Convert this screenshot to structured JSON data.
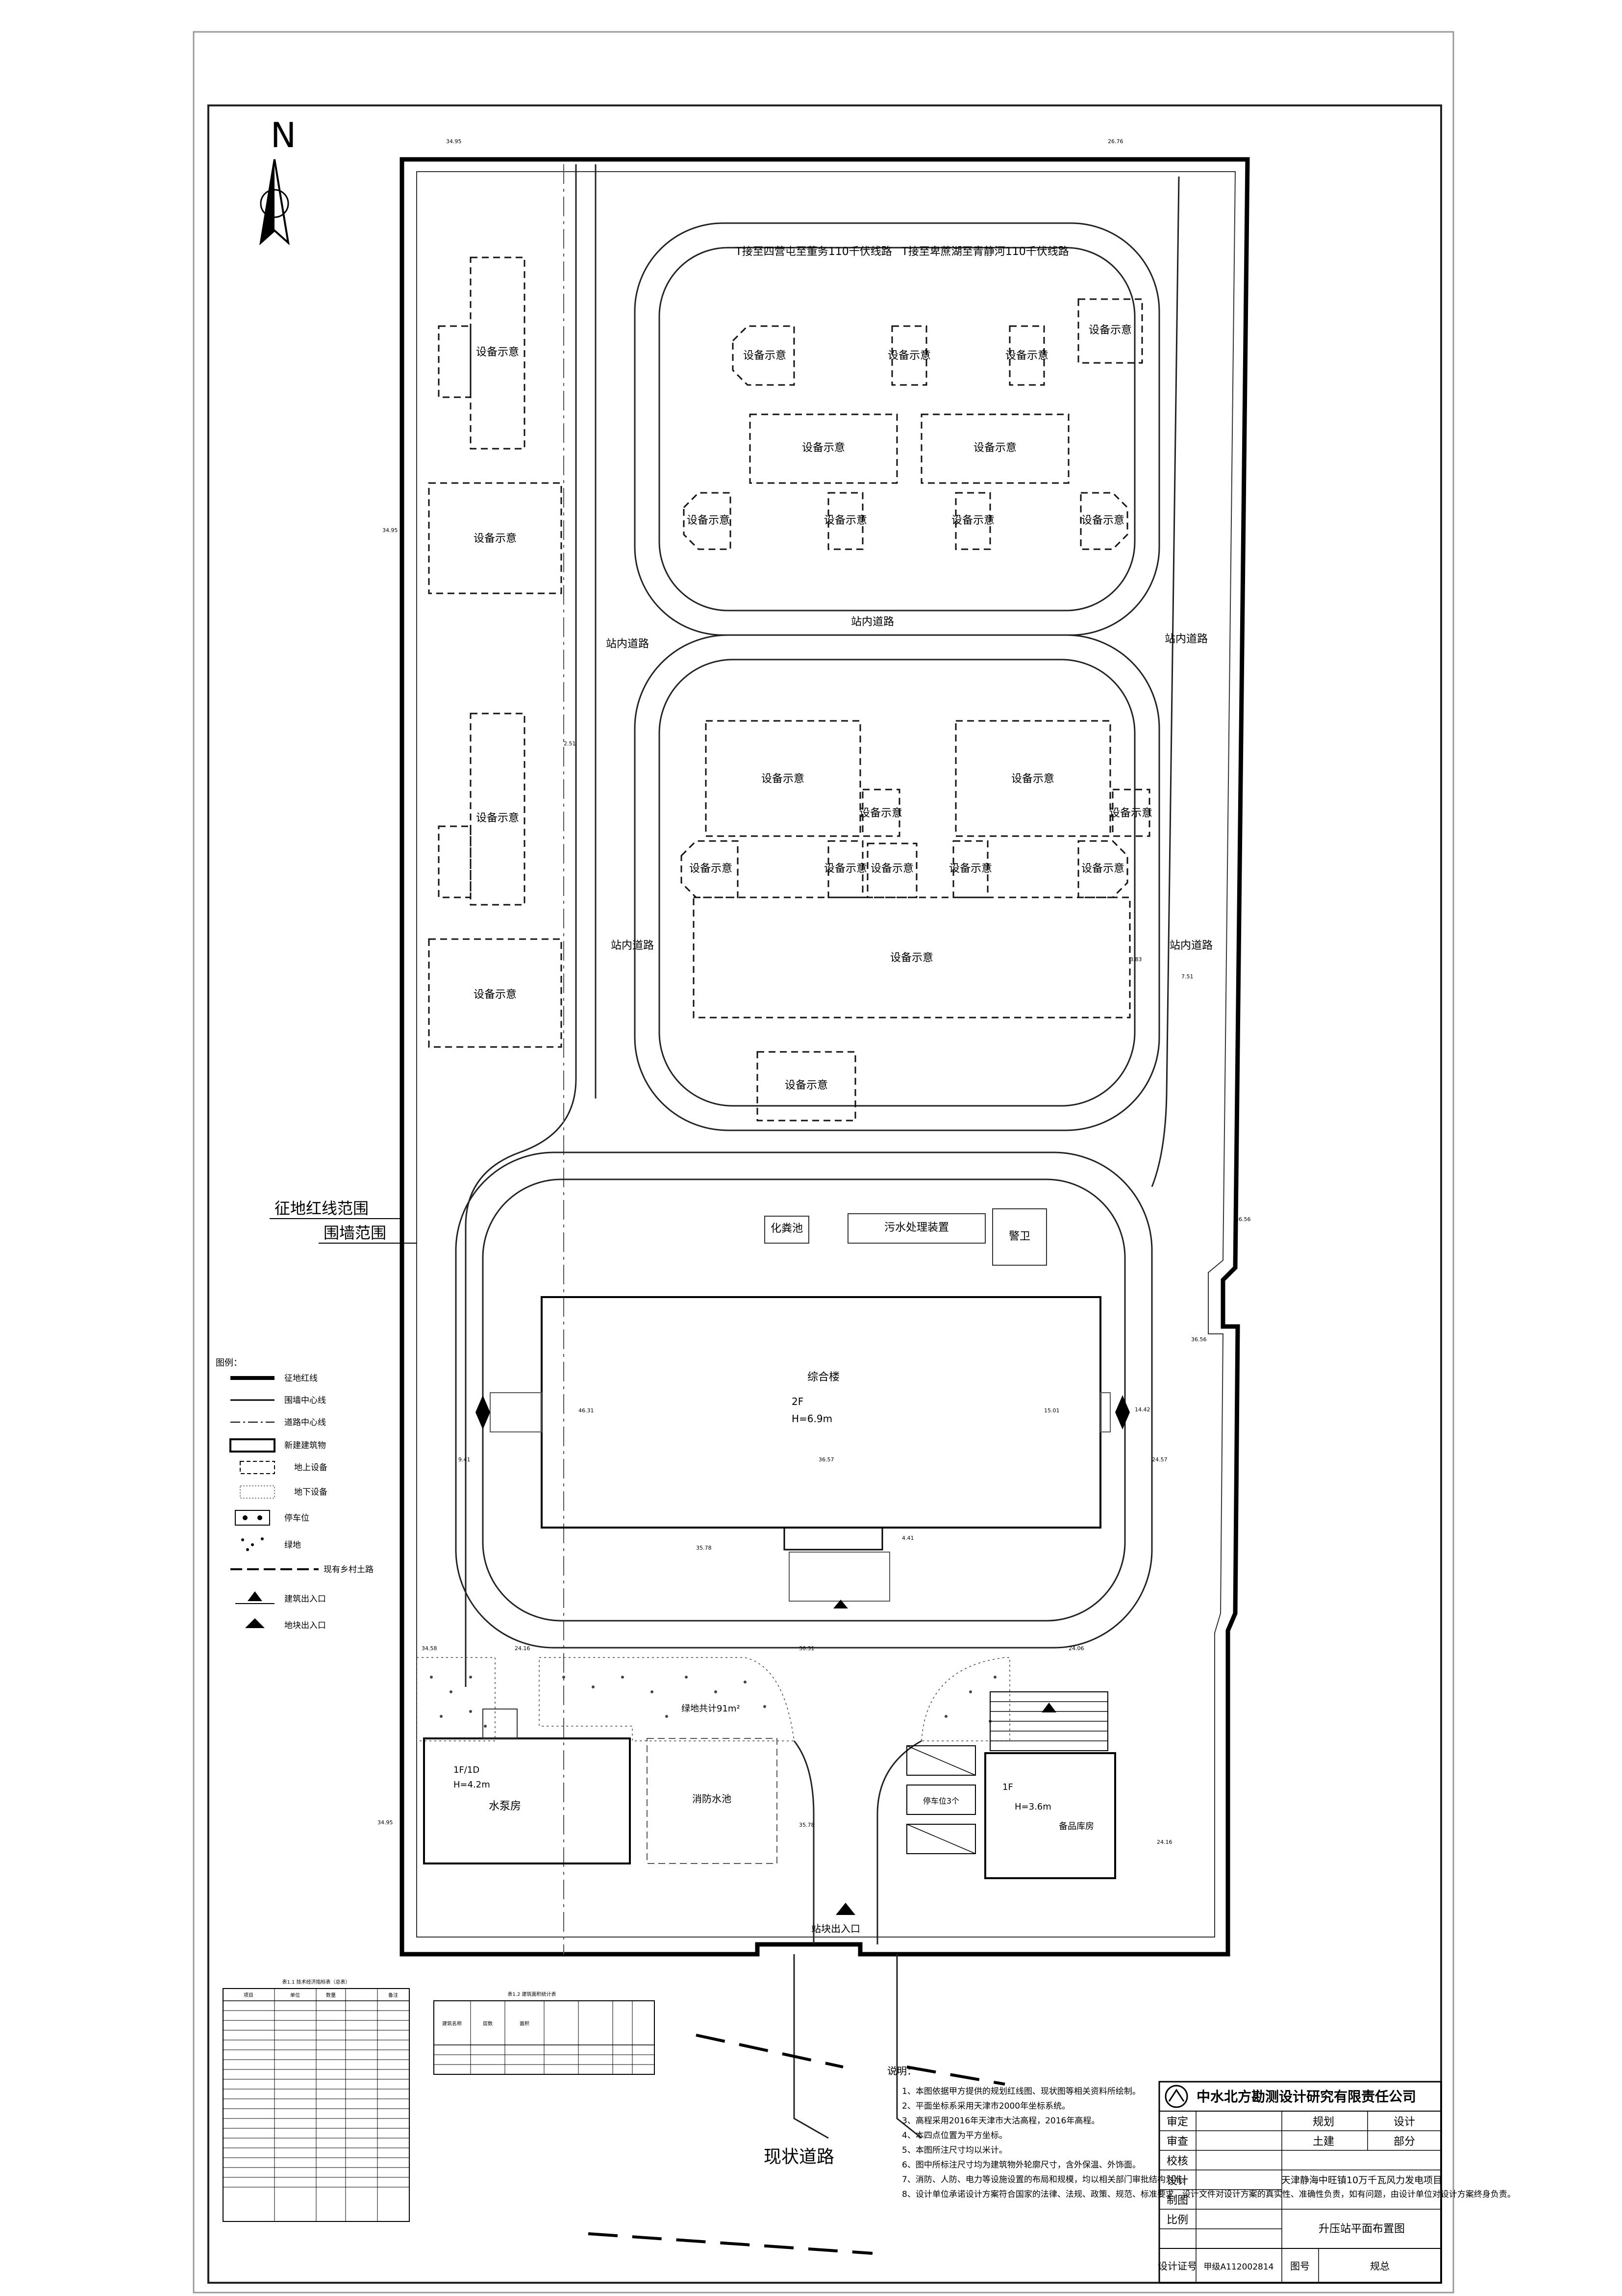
{
  "north": {
    "letter": "N"
  },
  "plan": {
    "boundary_label": "征地红线范围",
    "wall_label": "围墙范围",
    "equipment_label": "设备示意",
    "line_label_1": "T接至四营屯至董务110千伏线路",
    "line_label_2": "T接至卑蔗湖至青静河110千伏线路",
    "road_label": "站内道路",
    "building_main_name": "综合楼",
    "building_main_floors": "2F",
    "building_main_height": "H=6.9m",
    "pump_house_floors": "1F/1D",
    "pump_house_height": "H=4.2m",
    "pump_house_name": "水泵房",
    "fire_pool": "消防水池",
    "parking": "停车位3个",
    "spare_floors": "1F",
    "spare_height": "H=3.6m",
    "spare_name": "备品库房",
    "green_area": "绿地共计91m²",
    "entrance": "站块出入口",
    "existing_road": "现状道路",
    "small_1": "化粪池",
    "small_2": "污水处理装置",
    "small_3": "警卫",
    "dims": {
      "d1": "34.95",
      "d2": "26.76",
      "d3": "2.51",
      "d4": "3.83",
      "d5": "36.56",
      "d6": "9.41",
      "d7": "46.31",
      "d8": "4.41",
      "d9": "36.57",
      "d10": "36.56",
      "d11": "24.57",
      "d12": "14.42",
      "d13": "15.01",
      "d14": "35.78",
      "d15": "34.58",
      "d16": "24.16",
      "d17": "30.31",
      "d18": "24.06",
      "d19": "7.51"
    }
  },
  "legend": {
    "title": "图例：",
    "items": [
      "征地红线",
      "围墙中心线",
      "道路中心线",
      "新建建筑物",
      "地上设备",
      "地下设备",
      "停车位",
      "绿地",
      "现有乡村土路",
      "建筑出入口",
      "地块出入口"
    ]
  },
  "notes": {
    "title": "说明：",
    "items": [
      "1、本图依据甲方提供的规划红线图、现状图等相关资料所绘制。",
      "2、平面坐标系采用天津市2000年坐标系统。",
      "3、高程采用2016年天津市大沽高程，2016年高程。",
      "4、本四点位置为平方坐标。",
      "5、本图所注尺寸均以米计。",
      "6、图中所标注尺寸均为建筑物外轮廓尺寸，含外保温、外饰面。",
      "7、消防、人防、电力等设施设置的布局和规模，均以相关部门审批结构为准。",
      "8、设计单位承诺设计方案符合国家的法律、法规、政策、规范、标准要求，设计文件对设计方案的真实性、准确性负责，如有问题，由设计单位对设计方案终身负责。"
    ]
  },
  "title_block": {
    "company": "中水北方勘测设计研究有限责任公司",
    "row_labels": [
      "审定",
      "审查",
      "校核",
      "设计",
      "制图",
      "比例"
    ],
    "mid_1": "规划",
    "right_1": "设计",
    "mid_2": "土建",
    "right_2": "部分",
    "project": "天津静海中旺镇10万千瓦风力发电项目",
    "drawing": "升压站平面布置图",
    "cert_label": "设计证号",
    "cert_value": "甲级A112002814",
    "fig_label": "图号",
    "fig_value": "规总"
  },
  "tables": {
    "t1_title": "表1.1  技术经济指标表（总表）",
    "t2_title": "表1.2  建筑面积统计表",
    "t1_headers": [
      "项目",
      "单位",
      "数量",
      "备注"
    ],
    "t2_headers": [
      "建筑名称",
      "层数",
      "面积"
    ]
  }
}
